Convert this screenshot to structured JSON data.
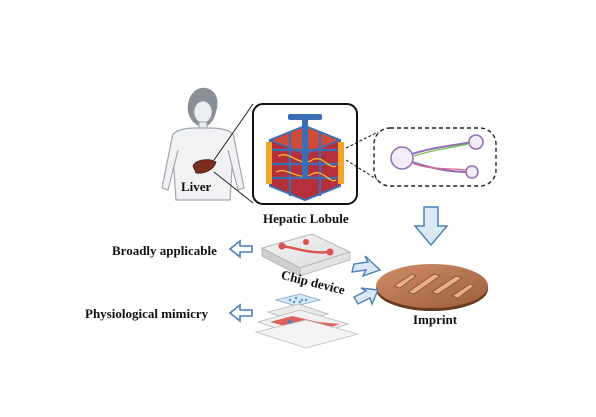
{
  "labels": {
    "liver": "Liver",
    "hepatic_lobule": "Hepatic Lobule",
    "broadly_applicable": "Broadly applicable",
    "chip_device": "Chip device",
    "physiological_mimicry": "Physiological mimicry",
    "imprint": "Imprint"
  },
  "colors": {
    "arrow_fill": "#dbe9f7",
    "arrow_stroke": "#4f7fb6",
    "lobule_red": "#c0392b",
    "lobule_blue": "#3b6fb5",
    "wafer": "#b7744f",
    "channel_red": "#d9534f"
  },
  "icons": [
    "human-figure-icon",
    "liver-organ-icon",
    "hepatic-lobule-icon",
    "microchannel-icon",
    "silicon-wafer-icon",
    "chip-device-icon"
  ]
}
